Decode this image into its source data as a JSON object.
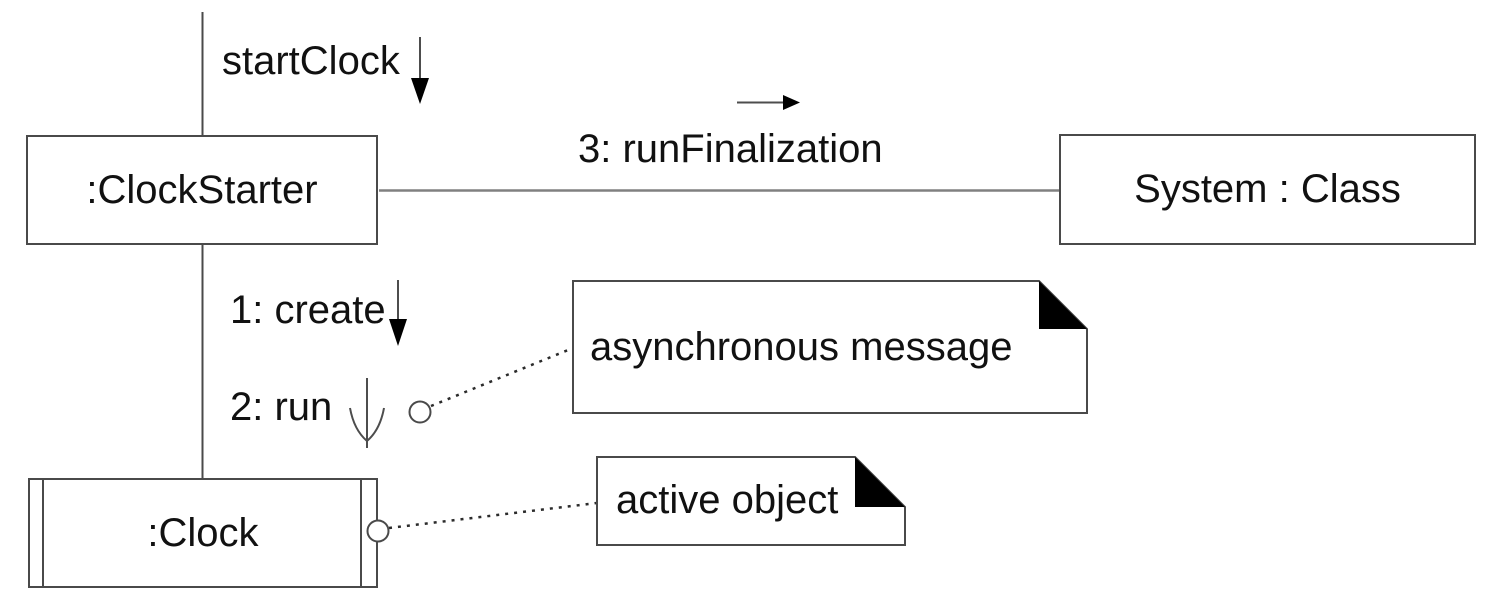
{
  "diagram": {
    "kind": "uml-collaboration-diagram",
    "nodes": {
      "clock_starter": {
        "label": ":ClockStarter"
      },
      "system": {
        "label": "System : Class"
      },
      "clock": {
        "label": ":Clock"
      }
    },
    "messages": {
      "start_clock": {
        "label": "startClock",
        "direction": "down",
        "arrow": "filled"
      },
      "create": {
        "label": "1: create",
        "direction": "down",
        "arrow": "filled"
      },
      "run": {
        "label": "2: run",
        "direction": "down",
        "arrow": "open-async"
      },
      "run_finalization": {
        "label": "3: runFinalization",
        "direction": "right",
        "arrow": "filled"
      }
    },
    "notes": {
      "asynchronous": {
        "text": "asynchronous message"
      },
      "active": {
        "text": "active object"
      }
    }
  },
  "colors": {
    "background": "#ffffff",
    "border": "#4a4a4a",
    "connector": "#808080",
    "arrow_stem": "#4d4d4d",
    "arrow_head": "#000000",
    "note_fold": "#000000",
    "dotted_link": "#2b2b2b",
    "text": "#111111"
  }
}
